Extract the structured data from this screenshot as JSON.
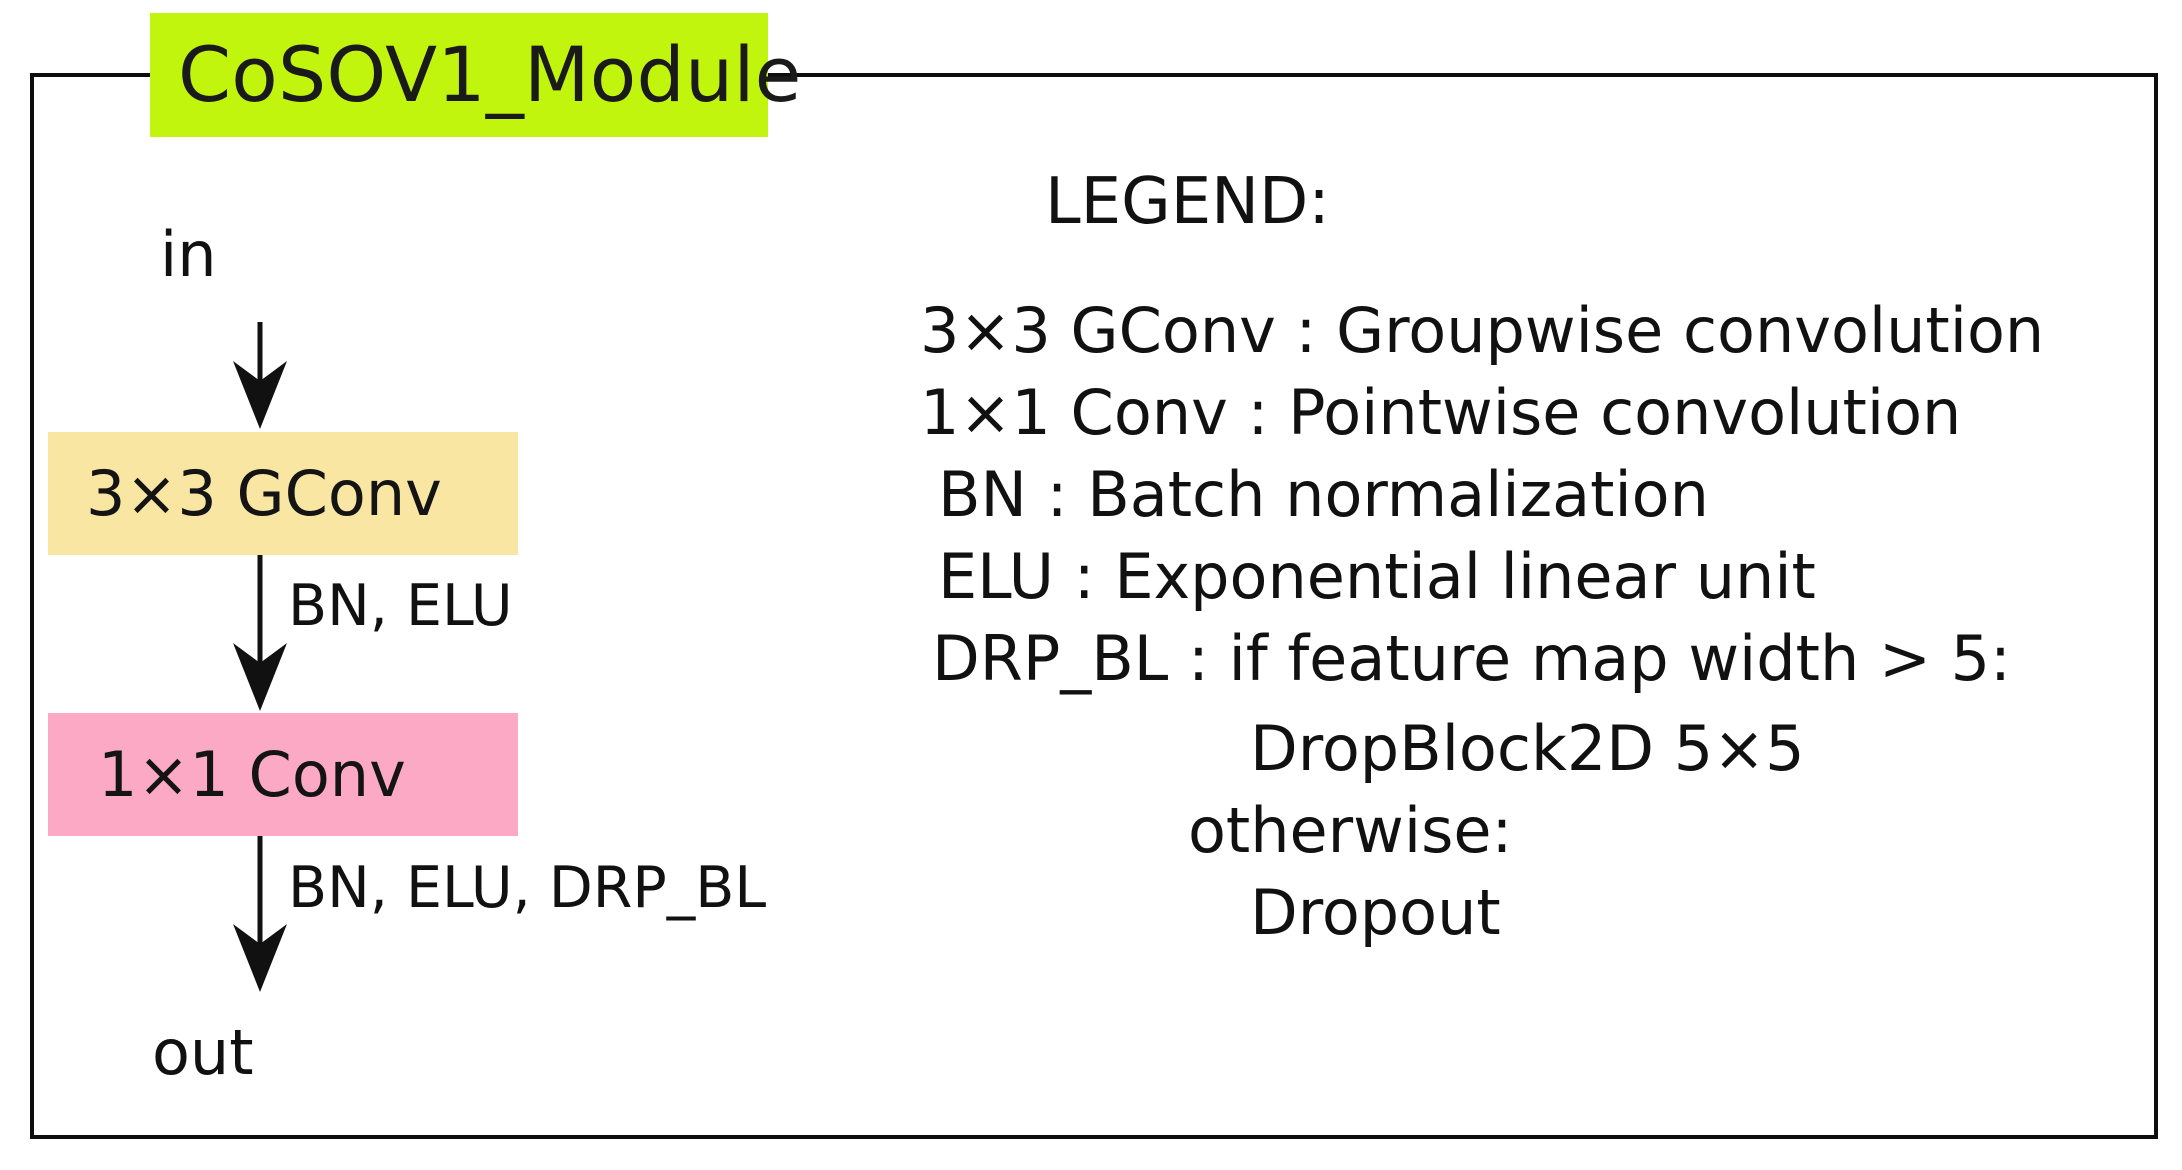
{
  "module": {
    "title": "CoSOV1_Module",
    "title_bg": "#C2F50D",
    "frame_color": "#0D0D0D"
  },
  "flow": {
    "input_label": "in",
    "output_label": "out",
    "nodes": [
      {
        "id": "gconv",
        "label": "3×3 GConv",
        "bg": "#F9E6A3"
      },
      {
        "id": "conv",
        "label": "1×1 Conv",
        "bg": "#FCA9C5"
      }
    ],
    "edge_labels": [
      "BN, ELU",
      "BN, ELU, DRP_BL"
    ]
  },
  "legend": {
    "heading": "LEGEND:",
    "entries": [
      "3×3 GConv : Groupwise convolution",
      "1×1 Conv : Pointwise convolution",
      "BN : Batch normalization",
      "ELU : Exponential linear unit",
      "DRP_BL  : if feature map width > 5:"
    ],
    "drp_detail": [
      "DropBlock2D 5×5",
      "otherwise:",
      "Dropout"
    ]
  }
}
